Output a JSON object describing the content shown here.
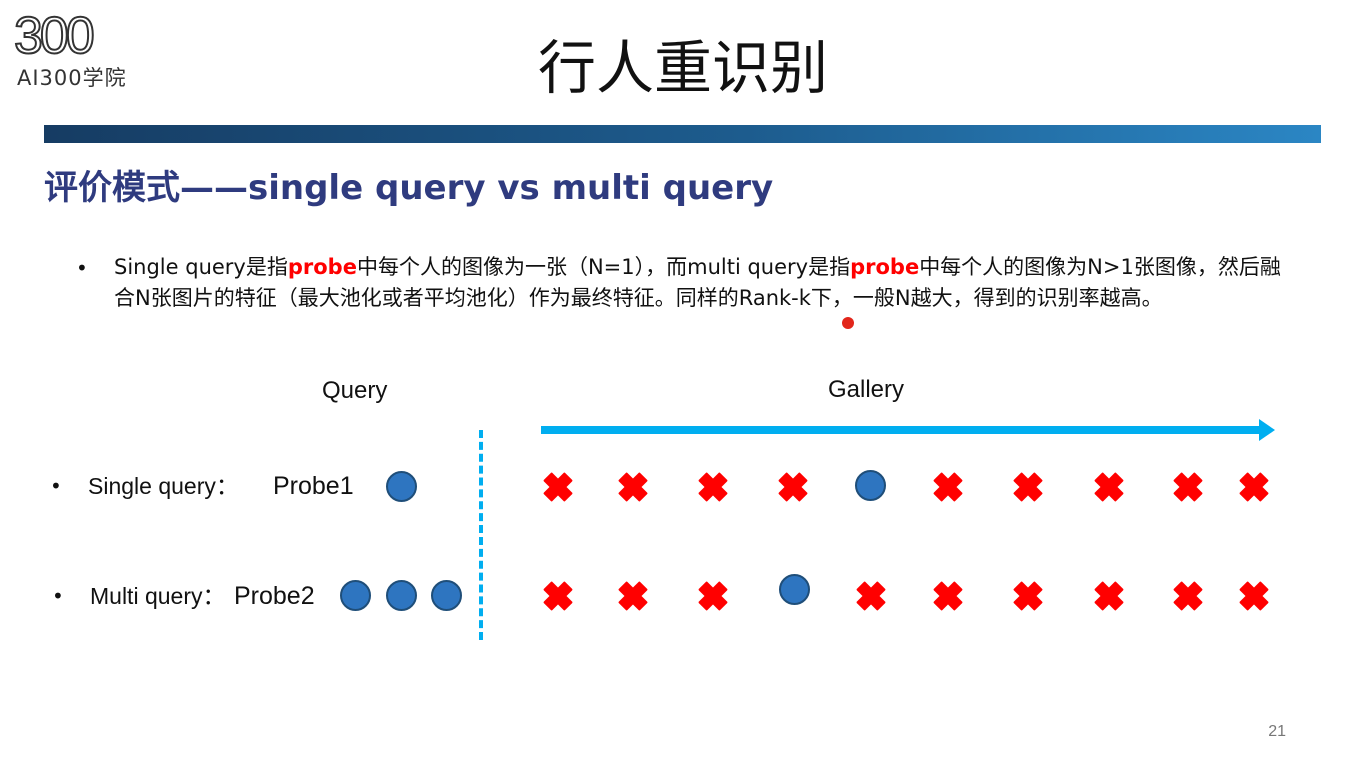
{
  "logo": {
    "mark": "300",
    "text": "AI300学院"
  },
  "title": "行人重识别",
  "section_title": "评价模式——single query vs multi query",
  "paragraph": {
    "parts": [
      "Single query是指",
      "probe",
      "中每个人的图像为一张（N=1），而multi query是指",
      "probe",
      "中每个人的图像为N>1张图像，然后融合N张图片的特征（最大池化或者平均池化）作为最终特征。同样的Rank-k下，一般N越大，得到的识别率越高。"
    ]
  },
  "diagram": {
    "query_label": "Query",
    "gallery_label": "Gallery",
    "rows": [
      {
        "label": "Single query：",
        "probe": "Probe1",
        "query_count": 1,
        "gallery": [
          "x",
          "x",
          "x",
          "x",
          "o",
          "x",
          "x",
          "x",
          "x",
          "x"
        ]
      },
      {
        "label": "Multi query：",
        "probe": "Probe2",
        "query_count": 3,
        "gallery": [
          "x",
          "x",
          "x",
          "o",
          "x",
          "x",
          "x",
          "x",
          "x",
          "x"
        ]
      }
    ]
  },
  "page_number": "21",
  "colors": {
    "accent_blue": "#00aef0",
    "highlight_red": "#ff0000",
    "section_title": "#2f3b7f",
    "circle_fill": "#2e75c0"
  }
}
